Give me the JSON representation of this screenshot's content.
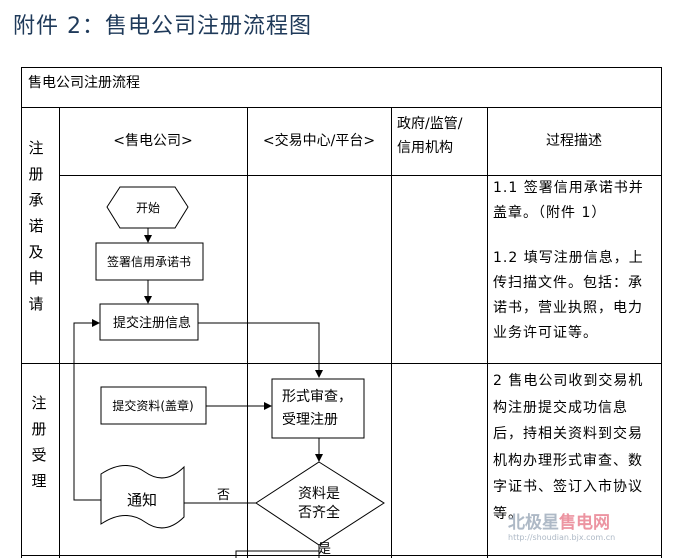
{
  "title": "附件 2：售电公司注册流程图",
  "table": {
    "caption": "售电公司注册流程",
    "headers": [
      "<售电公司>",
      "<交易中心/平台>",
      "政府/监管/信用机构",
      "过程描述"
    ],
    "gov_header_lines": [
      "政府/监管/",
      "信用机构"
    ],
    "stages": [
      {
        "label": "注册承诺及申请",
        "chars": [
          "注",
          "册",
          "承",
          "诺",
          "及",
          "申",
          "请"
        ]
      },
      {
        "label": "注册受理",
        "chars": [
          "注",
          "册",
          "受",
          "理"
        ]
      }
    ],
    "descriptions": {
      "d1_1": "1.1 签署信用承诺书并盖章。（附件 1）",
      "d1_2": "1.2 填写注册信息，上传扫描文件。包括：承诺书，营业执照，电力业务许可证等。",
      "d2": "2 售电公司收到交易机构注册提交成功信息后，持相关资料到交易机构办理形式审查、数字证书、签订入市协议等。"
    }
  },
  "flow": {
    "start": "开始",
    "sign": "签署信用承诺书",
    "submit_info": "提交注册信息",
    "submit_docs": "提交资料(盖章)",
    "review_l1": "形式审查，",
    "review_l2": "受理注册",
    "decision_l1": "资料是",
    "decision_l2": "否齐全",
    "notify": "通知",
    "no": "否",
    "yes": "是"
  },
  "watermark": {
    "brand_a": "北极星",
    "brand_b": "售电网",
    "url": "http://shoudian.bjx.com.cn"
  }
}
